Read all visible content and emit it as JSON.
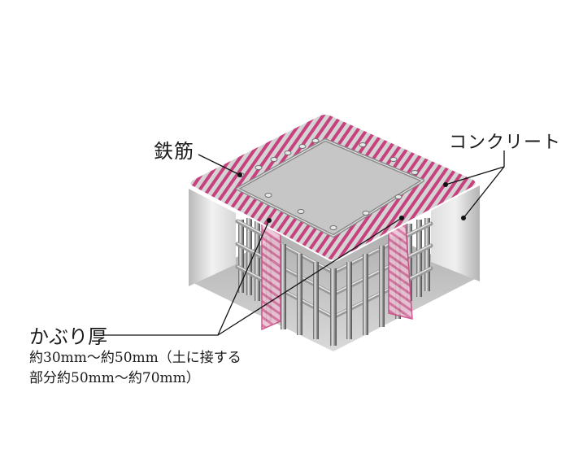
{
  "labels": {
    "rebar": "鉄筋",
    "concrete": "コンクリート",
    "cover_thickness": "かぶり厚",
    "cover_desc_line1": "約30mm〜約50mm（土に接する",
    "cover_desc_line2": "部分約50mm〜約70mm）"
  },
  "colors": {
    "hatch_magenta": "#c8417f",
    "hatch_gray": "#c9c9c9",
    "concrete_side_light": "#ececec",
    "concrete_side_dark": "#b8b8b8",
    "concrete_floor": "#bdbdbd",
    "rebar": "#8f8f8f",
    "leader_line": "#111111"
  },
  "diagram": {
    "subject": "reinforced concrete column cross-section with cover thickness",
    "parts": [
      "rebar cage",
      "concrete slab",
      "cover thickness panels"
    ]
  }
}
